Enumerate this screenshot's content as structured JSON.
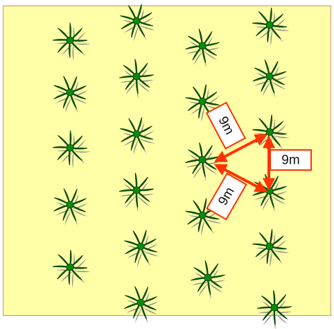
{
  "diagram": {
    "field_color": "#ffffa8",
    "field_border_color": "#c8907a",
    "palm_fill": "#0a8a0a",
    "palm_shadow": "#8c8c8c",
    "arrow_color": "#ff3300",
    "label_border_color": "#ff3300",
    "icon": "palm-tree-icon",
    "spacing_labels": [
      {
        "name": "spacing-label-upper",
        "text": "9m"
      },
      {
        "name": "spacing-label-right",
        "text": "9m"
      },
      {
        "name": "spacing-label-lower",
        "text": "9m"
      }
    ]
  }
}
